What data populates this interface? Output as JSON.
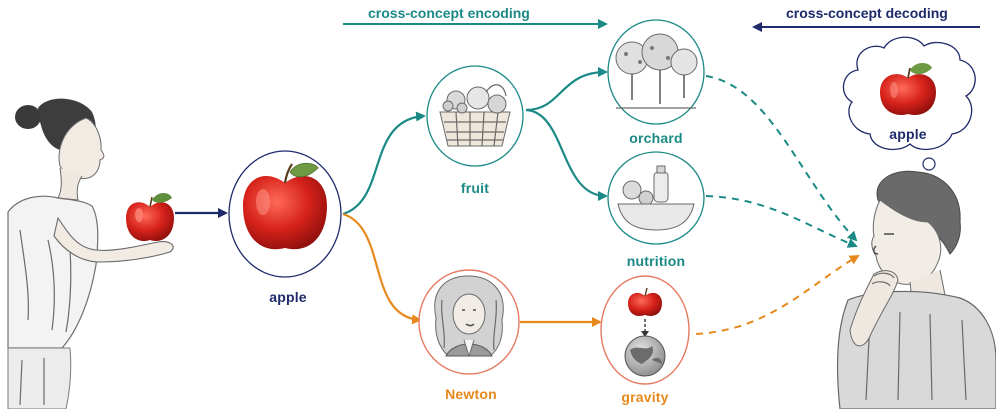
{
  "headers": {
    "encoding": "cross-concept encoding",
    "decoding": "cross-concept decoding"
  },
  "concepts": {
    "apple": "apple",
    "fruit": "fruit",
    "orchard": "orchard",
    "nutrition": "nutrition",
    "newton": "Newton",
    "gravity": "gravity",
    "thought_apple": "apple"
  },
  "colors": {
    "navy": "#1f2a6b",
    "teal": "#1b8a86",
    "orange": "#e8891d",
    "newton_ring": "#e77a62"
  },
  "icons": {
    "speaker": "woman-holding-apple-illustration",
    "listener": "man-thinking-illustration",
    "thought": "thought-bubble-icon"
  }
}
